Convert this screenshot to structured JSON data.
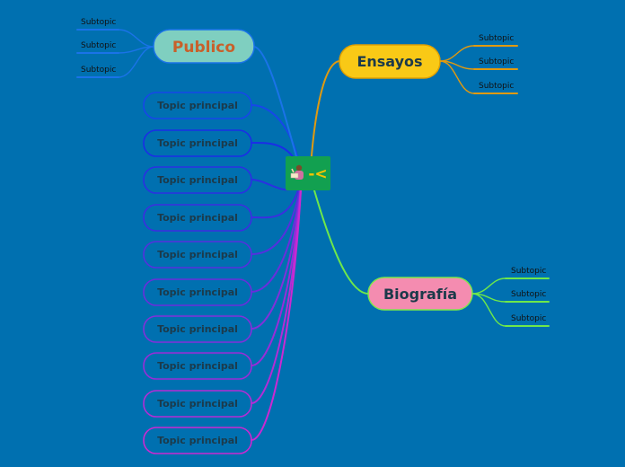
{
  "center": {
    "icon": "person-with-book-icon",
    "label": "-<",
    "bg_color": "#12a050",
    "label_color": "#f5c400"
  },
  "branches": {
    "publico": {
      "label": "Publico",
      "fill": "#7fcfc0",
      "stroke": "#1a73e8",
      "text_color": "#c8602a",
      "line_color": "#1a73e8",
      "subtopics": [
        "Subtopic",
        "Subtopic",
        "Subtopic"
      ]
    },
    "ensayos": {
      "label": "Ensayos",
      "fill": "#f9c916",
      "stroke": "#e0a000",
      "text_color": "#1c3a4a",
      "line_color": "#e09a10",
      "subtopics": [
        "Subtopic",
        "Subtopic",
        "Subtopic"
      ]
    },
    "biografia": {
      "label": "Biografía",
      "fill": "#f48cb0",
      "stroke": "#7de84a",
      "text_color": "#1c3a4a",
      "line_color": "#6ee84a",
      "subtopics": [
        "Subtopic",
        "Subtopic",
        "Subtopic"
      ]
    }
  },
  "topics": [
    {
      "label": "Topic principal",
      "color": "#1747e8"
    },
    {
      "label": "Topic principal",
      "color": "#1a2ee6"
    },
    {
      "label": "Topic principal",
      "color": "#2a30e2"
    },
    {
      "label": "Topic principal",
      "color": "#3c2ee0"
    },
    {
      "label": "Topic principal",
      "color": "#5530de"
    },
    {
      "label": "Topic principal",
      "color": "#6a2edc"
    },
    {
      "label": "Topic principal",
      "color": "#8230da"
    },
    {
      "label": "Topic principal",
      "color": "#9a2cd8"
    },
    {
      "label": "Topic principal",
      "color": "#b42cd6"
    },
    {
      "label": "Topic principal",
      "color": "#cc28d2"
    }
  ],
  "topic_text_color": "#1c3a4a"
}
